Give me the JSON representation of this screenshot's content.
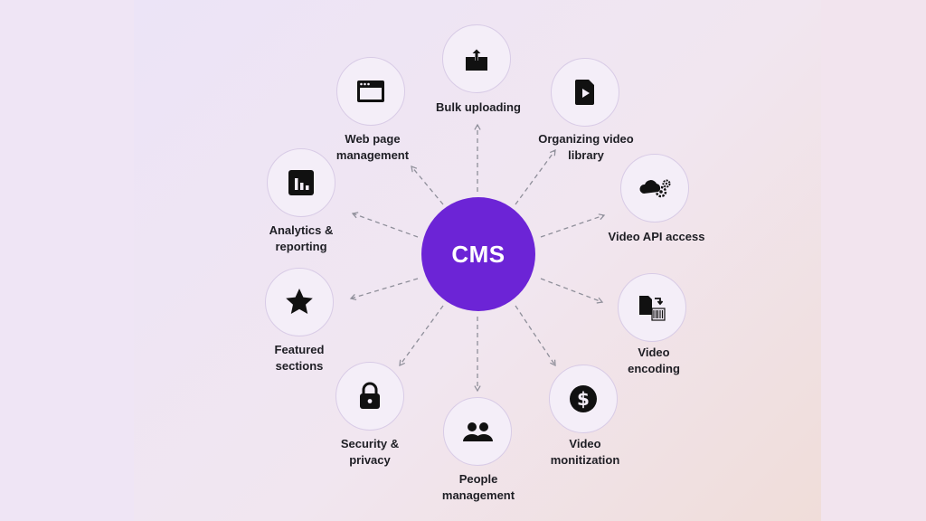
{
  "hub": {
    "label": "CMS"
  },
  "nodes": [
    {
      "id": "bulk-uploading",
      "icon": "upload-icon",
      "label": "Bulk uploading"
    },
    {
      "id": "organizing-video-library",
      "icon": "video-file-icon",
      "label": "Organizing video\nlibrary"
    },
    {
      "id": "video-api-access",
      "icon": "cloud-gears-icon",
      "label": "Video API access"
    },
    {
      "id": "video-encoding",
      "icon": "file-barcode-icon",
      "label": "Video\nencoding"
    },
    {
      "id": "video-monitization",
      "icon": "dollar-coin-icon",
      "label": "Video\nmonitization"
    },
    {
      "id": "people-management",
      "icon": "people-icon",
      "label": "People\nmanagement"
    },
    {
      "id": "security-privacy",
      "icon": "lock-icon",
      "label": "Security &\nprivacy"
    },
    {
      "id": "featured-sections",
      "icon": "star-icon",
      "label": "Featured\nsections"
    },
    {
      "id": "analytics-reporting",
      "icon": "bar-chart-icon",
      "label": "Analytics &\nreporting"
    },
    {
      "id": "web-page-management",
      "icon": "browser-window-icon",
      "label": "Web page\nmanagement"
    }
  ],
  "colors": {
    "hub": "#6c24d6",
    "icon": "#111111",
    "arrow": "#8f8f9a"
  }
}
